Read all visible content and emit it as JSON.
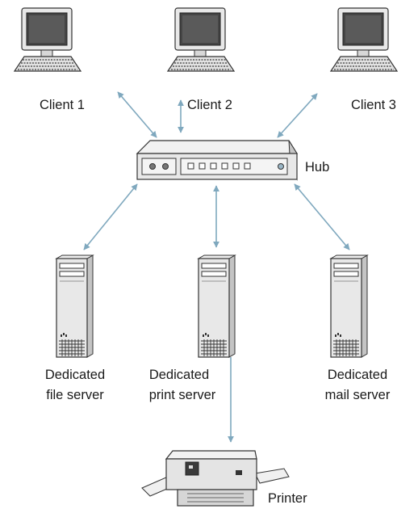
{
  "clients": [
    {
      "label": "Client 1"
    },
    {
      "label": "Client 2"
    },
    {
      "label": "Client 3"
    }
  ],
  "hub": {
    "label": "Hub"
  },
  "servers": [
    {
      "label_line1": "Dedicated",
      "label_line2": "file server"
    },
    {
      "label_line1": "Dedicated",
      "label_line2": "print server"
    },
    {
      "label_line1": "Dedicated",
      "label_line2": "mail server"
    }
  ],
  "printer": {
    "label": "Printer"
  },
  "colors": {
    "arrow": "#7fa8be",
    "device_fill": "#e6e6e6",
    "screen": "#454545",
    "outline": "#333333"
  }
}
